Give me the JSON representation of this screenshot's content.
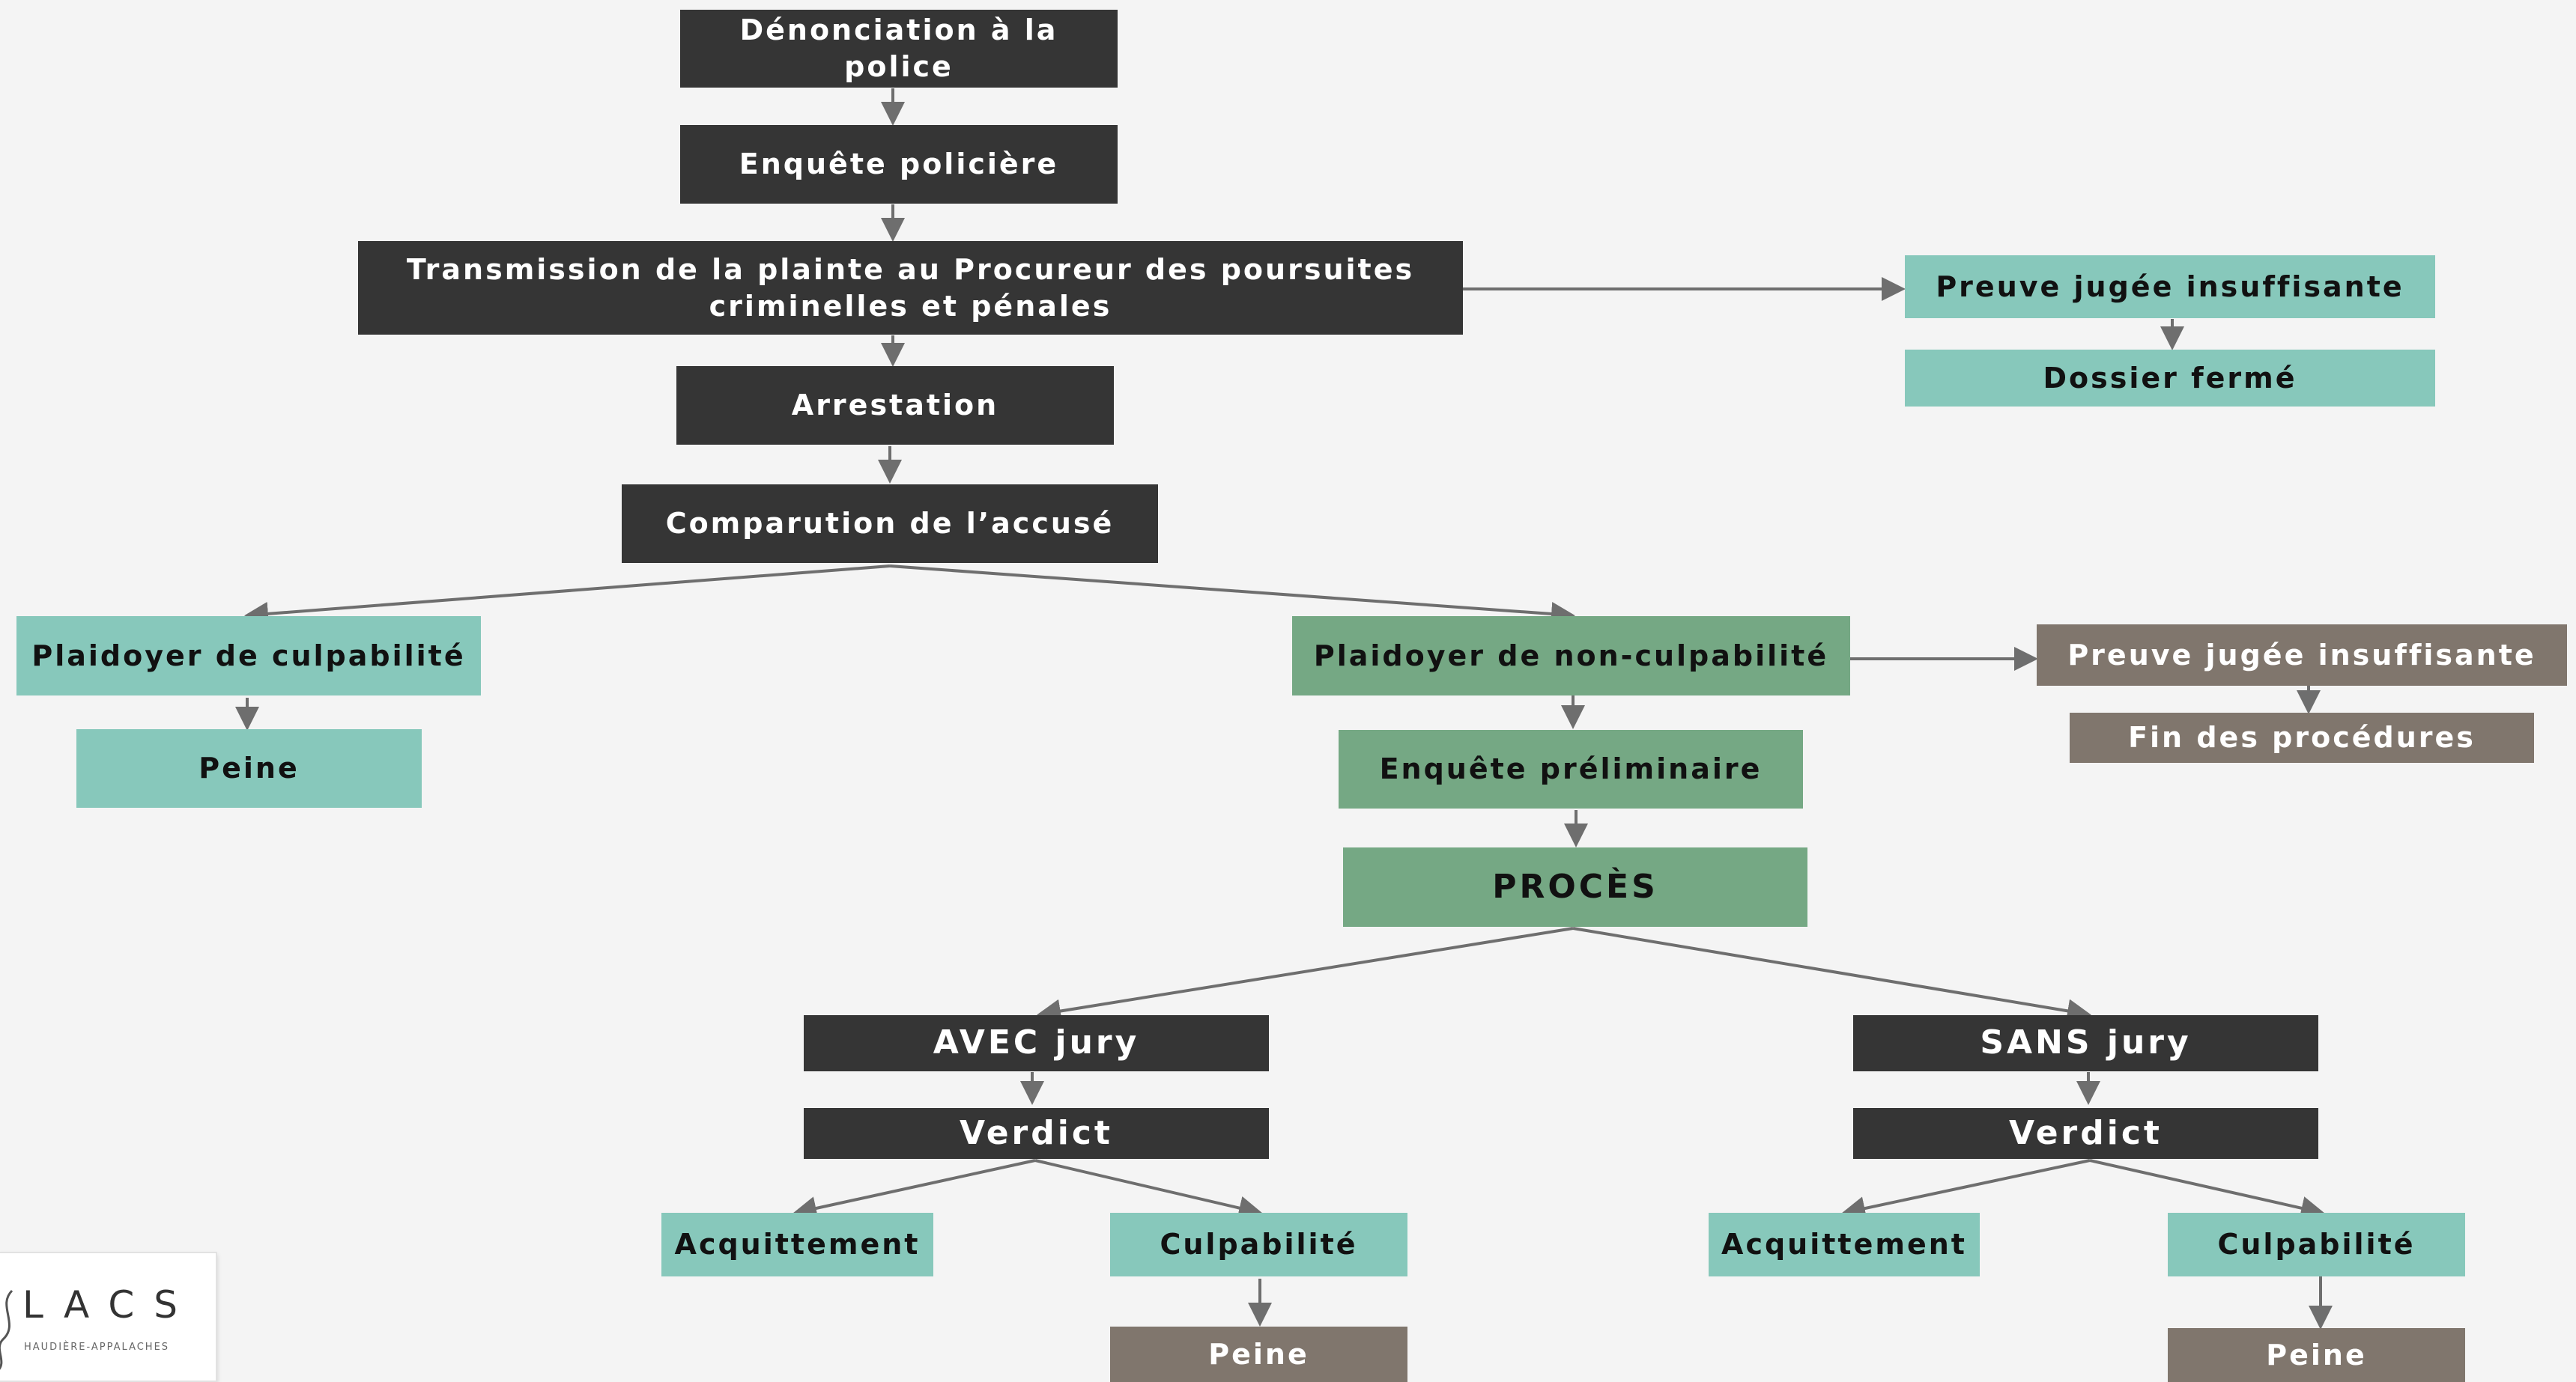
{
  "nodes": {
    "denonciation": "Dénonciation à la police",
    "enquete_policiere": "Enquête policière",
    "transmission": "Transmission de la plainte au Procureur des poursuites criminelles et pénales",
    "preuve_insuffisante_1": "Preuve jugée insuffisante",
    "dossier_ferme": "Dossier fermé",
    "arrestation": "Arrestation",
    "comparution": "Comparution de l’accusé",
    "plaidoyer_culpabilite": "Plaidoyer de culpabilité",
    "peine_1": "Peine",
    "plaidoyer_non_culpabilite": "Plaidoyer de non-culpabilité",
    "preuve_insuffisante_2": "Preuve jugée insuffisante",
    "fin_procedures": "Fin des procédures",
    "enquete_preliminaire": "Enquête préliminaire",
    "proces": "PROCÈS",
    "avec_jury": "AVEC jury",
    "sans_jury": "SANS jury",
    "verdict_avec": "Verdict",
    "verdict_sans": "Verdict",
    "acquittement_avec": "Acquittement",
    "culpabilite_avec": "Culpabilité",
    "acquittement_sans": "Acquittement",
    "culpabilite_sans": "Culpabilité",
    "peine_avec": "Peine",
    "peine_sans": "Peine"
  },
  "logo": {
    "letters": "LACS",
    "subtitle": "HAUDIÈRE-APPALACHES"
  },
  "colors": {
    "dark": "#353535",
    "teal": "#87c8bb",
    "green": "#75a884",
    "grey": "#80766d",
    "connector": "#6e6e6e",
    "background": "#f4f4f4"
  }
}
